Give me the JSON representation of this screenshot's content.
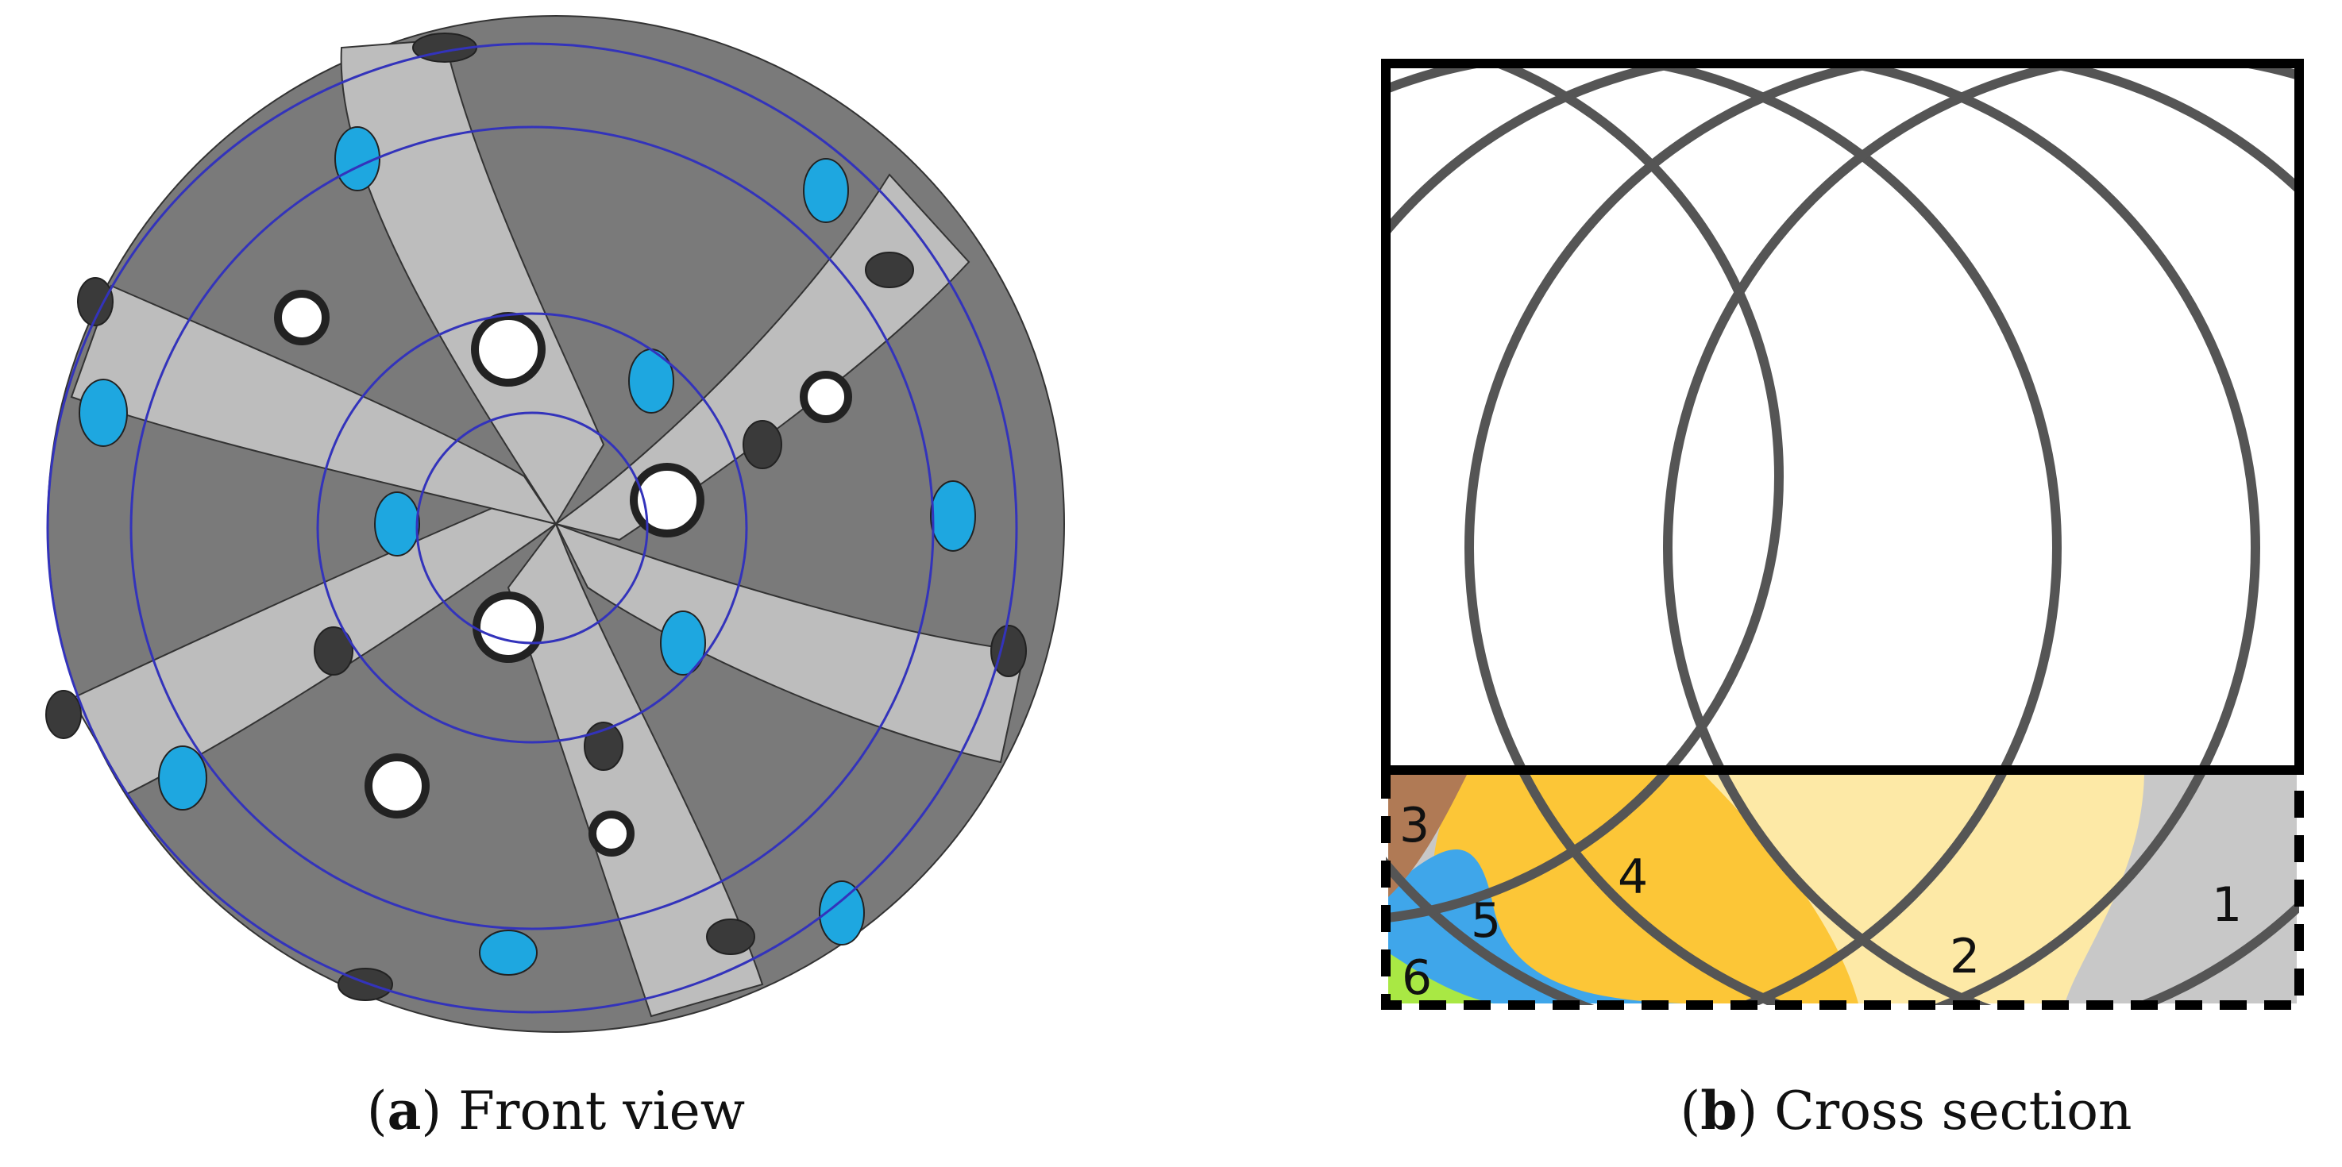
{
  "colors": {
    "background": "#ffffff",
    "body_light": "#bdbdbd",
    "body_dark": "#7a7a7a",
    "cutter_blue": "#1ea7e0",
    "cutter_face": "#3a3a3a",
    "ring": "#3333bb",
    "region_1": "#c8c8c8",
    "region_2": "#fde9a6",
    "region_3": "#b07a55",
    "region_4": "#fcc637",
    "region_5": "#3fa6ea",
    "region_6": "#a9e844",
    "arc": "#555555"
  },
  "panel_a": {
    "caption_letter": "a",
    "caption_text": " Front view"
  },
  "panel_b": {
    "caption_letter": "b",
    "caption_text": " Cross section",
    "region_labels": [
      "1",
      "2",
      "3",
      "4",
      "5",
      "6"
    ]
  }
}
